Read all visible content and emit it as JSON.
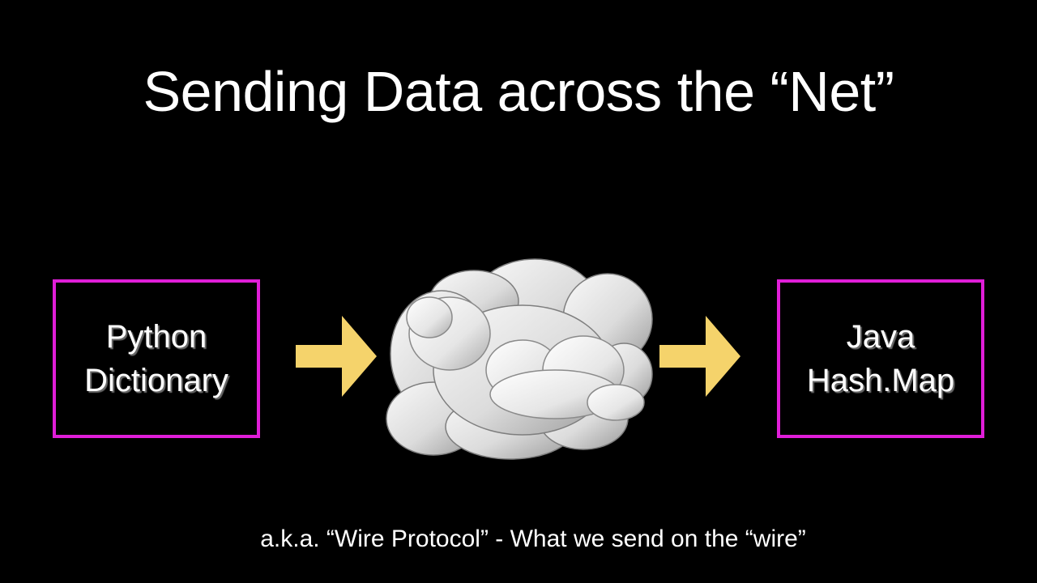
{
  "slide": {
    "title": "Sending Data across the “Net”",
    "left_box_label_line1": "Python",
    "left_box_label_line2": "Dictionary",
    "right_box_label_line1": "Java",
    "right_box_label_line2": "Hash.Map",
    "footer": "a.k.a.  “Wire Protocol” - What we send on the “wire”"
  },
  "colors": {
    "background": "#000000",
    "box_border": "#e01ed8",
    "arrow_fill": "#f5d36b",
    "cloud_light": "#f7f7f7",
    "cloud_dark": "#9a9a9a"
  },
  "icons": {
    "left_arrow": "right-arrow-icon",
    "right_arrow": "right-arrow-icon",
    "cloud": "cloud-icon"
  }
}
